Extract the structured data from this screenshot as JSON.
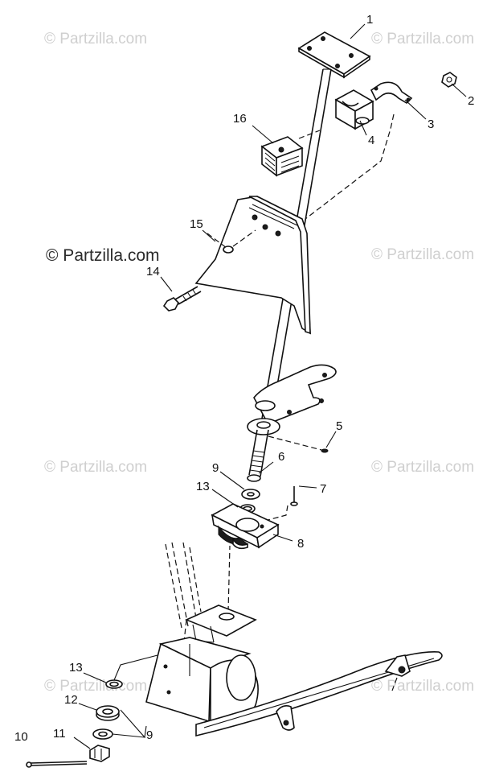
{
  "watermark": {
    "text": "© Partzilla.com",
    "prominent_text": "© Partzilla.com"
  },
  "callouts": {
    "c1": "1",
    "c2": "2",
    "c3": "3",
    "c4": "4",
    "c5": "5",
    "c6": "6",
    "c7": "7",
    "c8": "8",
    "c9a": "9",
    "c9b": "9",
    "c10": "10",
    "c11": "11",
    "c12": "12",
    "c13a": "13",
    "c13b": "13",
    "c14": "14",
    "c15": "15",
    "c16": "16"
  }
}
